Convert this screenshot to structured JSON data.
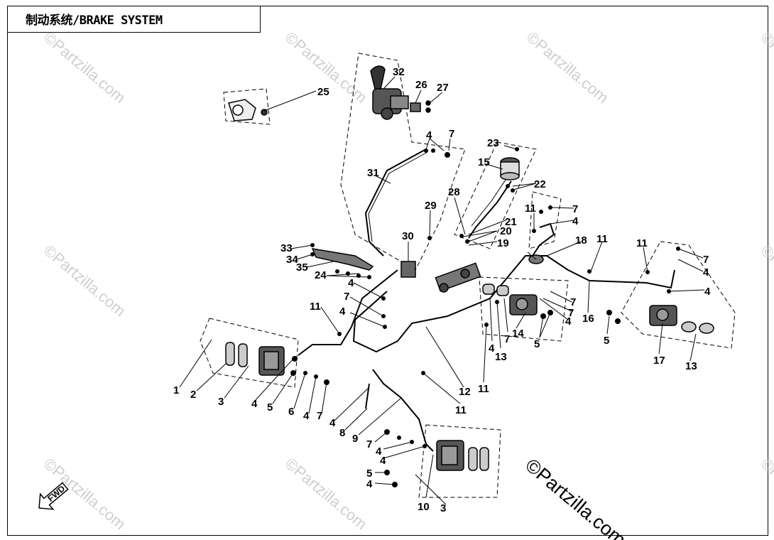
{
  "title": "制动系统/BRAKE SYSTEM",
  "copyright": "©Partzilla.com",
  "watermark": "©Partzilla.com",
  "direction_label": "FWD",
  "callouts": [
    "1",
    "2",
    "3",
    "4",
    "5",
    "6",
    "7",
    "8",
    "9",
    "10",
    "11",
    "12",
    "13",
    "14",
    "15",
    "16",
    "17",
    "18",
    "19",
    "20",
    "21",
    "22",
    "23",
    "24",
    "25",
    "26",
    "27",
    "28",
    "29",
    "30",
    "31",
    "32",
    "33",
    "34",
    "35"
  ],
  "colors": {
    "line": "#000000",
    "watermark": "#cfcfcf",
    "background": "#ffffff"
  }
}
